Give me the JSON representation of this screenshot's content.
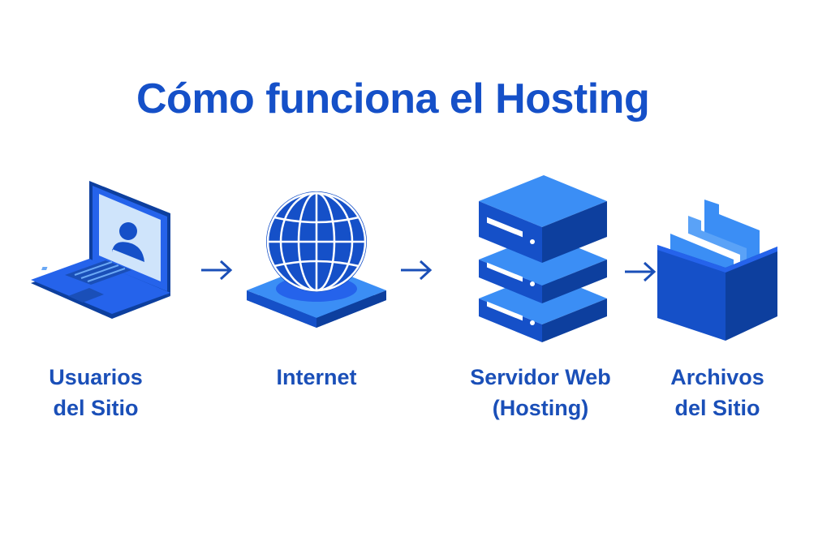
{
  "title": "Cómo funciona el Hosting",
  "colors": {
    "primary": "#1550c8",
    "mid": "#2563eb",
    "light": "#3b8ef5",
    "dark": "#0d3f9e",
    "screen": "#cfe4fb"
  },
  "steps": [
    {
      "icon": "laptop-user-icon",
      "line1": "Usuarios",
      "line2": "del Sitio"
    },
    {
      "icon": "globe-icon",
      "line1": "Internet",
      "line2": ""
    },
    {
      "icon": "server-stack-icon",
      "line1": "Servidor Web",
      "line2": "(Hosting)"
    },
    {
      "icon": "folder-box-icon",
      "line1": "Archivos",
      "line2": "del Sitio"
    }
  ]
}
